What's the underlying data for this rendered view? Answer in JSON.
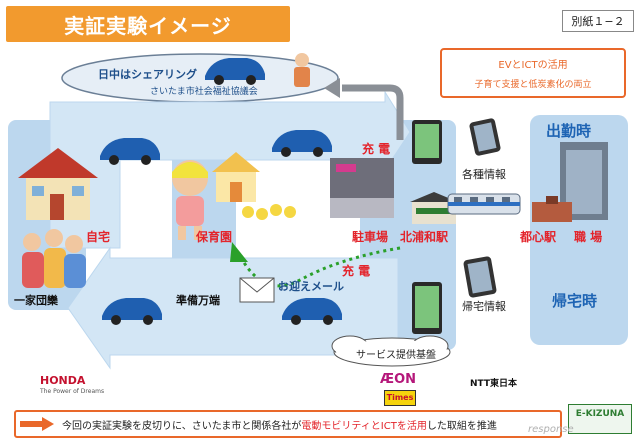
{
  "title": "実証実験イメージ",
  "attachment_label": "別紙１−２",
  "ev_ict_box": {
    "heading": "EVとICTの活用",
    "subtitle": "子育て支援と低炭素化の両立"
  },
  "daytime_cloud": {
    "line1": "日中はシェアリング",
    "line2": "さいたま市社会福祉協議会"
  },
  "locations": {
    "home": "自宅",
    "nursery": "保育園",
    "parking": "駐車場",
    "kitaurawa": "北浦和駅",
    "city_station": "都心駅",
    "workplace": "職 場"
  },
  "charge_label_top": "充 電",
  "charge_label_bottom": "充 電",
  "commute_to": "出勤時",
  "commute_home": "帰宅時",
  "info_various": "各種情報",
  "info_return": "帰宅情報",
  "family": "一家団欒",
  "ready": "準備万端",
  "pickup_mail": "お迎えメール",
  "service_platform": "サービス提供基盤",
  "logos": {
    "honda": "HONDA",
    "honda_tagline": "The Power of Dreams",
    "aeon": "ÆON",
    "times": "Times",
    "ntt": "NTT東日本",
    "ekizuna": "E-KIZUNA"
  },
  "footer": {
    "part1": "今回の実証実験を皮切りに、さいたま市と関係各社が",
    "highlight": "電動モビリティとICTを活用",
    "part2": "した取組を推進"
  },
  "watermark": "response",
  "colors": {
    "title_bg": "#f29a2e",
    "accent_orange": "#e9682a",
    "label_red": "#e3242b",
    "label_blue": "#1e64b4",
    "panel_blue": "#bcd7ee",
    "arrow_fill": "#d3e6f5",
    "car_blue": "#1f5fb0",
    "path_green": "#2aa02a"
  }
}
